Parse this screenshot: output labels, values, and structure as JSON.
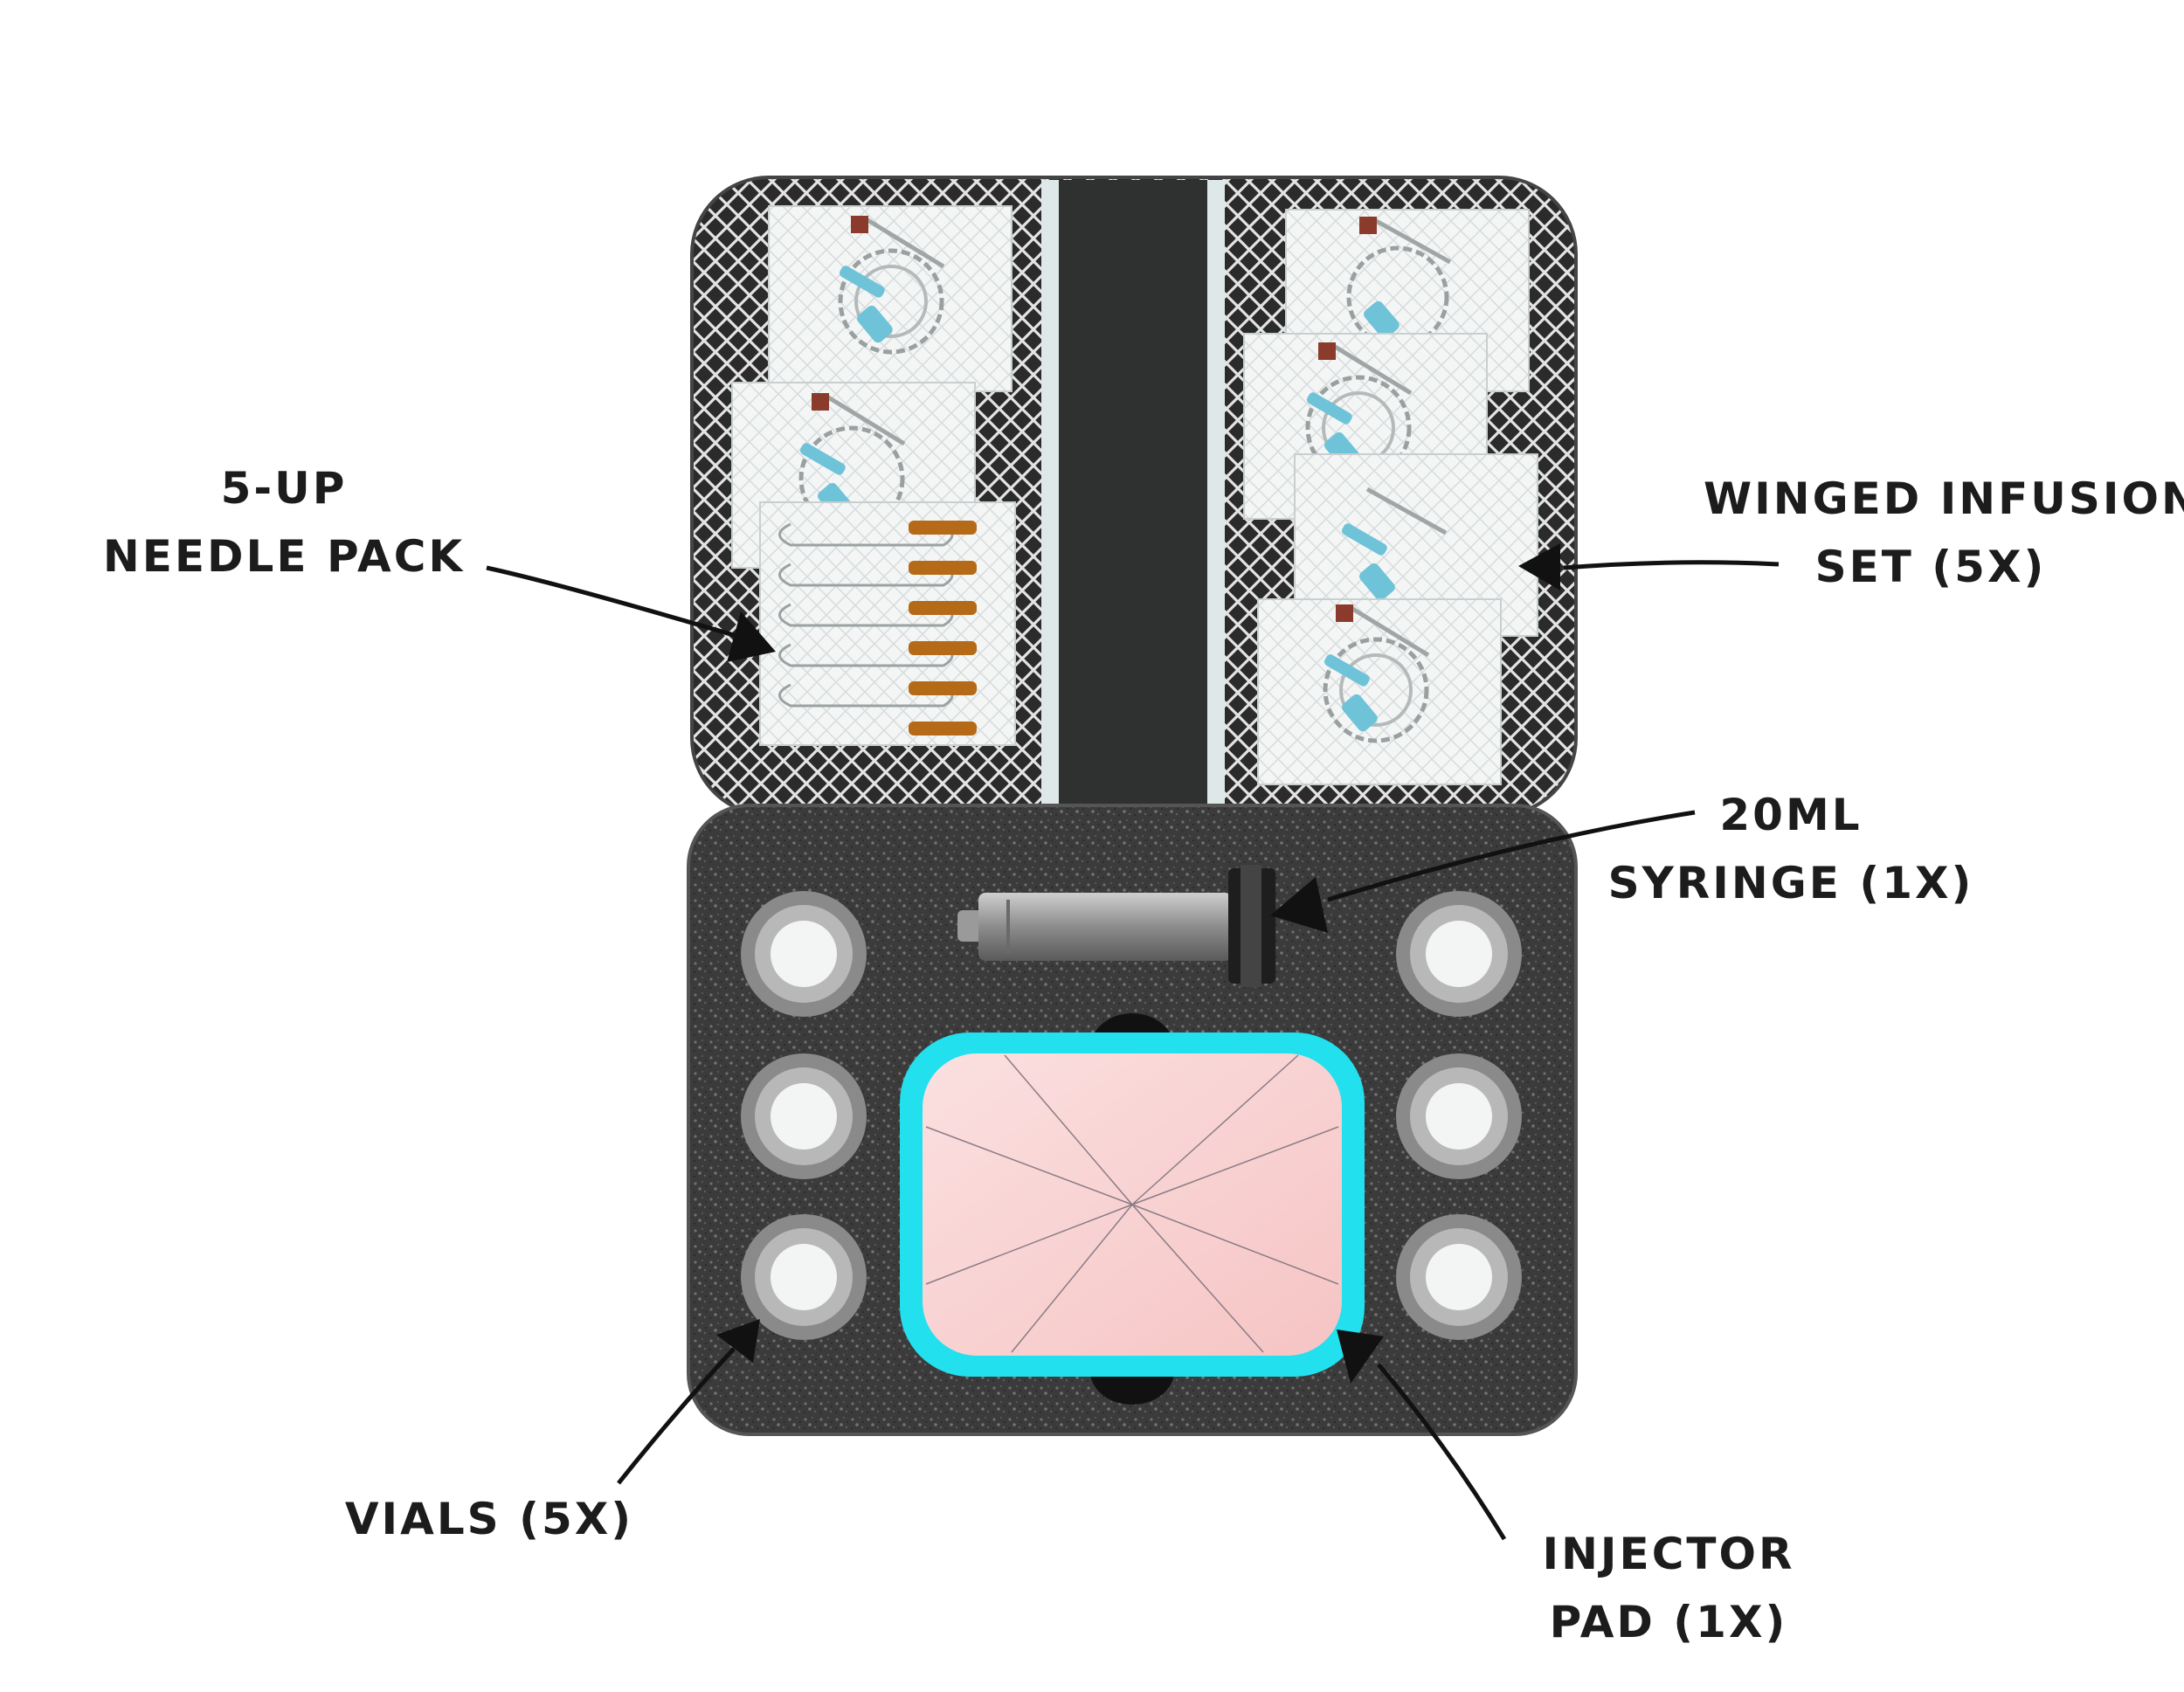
{
  "labels": {
    "needle_pack": {
      "line1": "5-UP",
      "line2": "NEEDLE  PACK"
    },
    "winged_infusion": {
      "line1": "WINGED INFUSION",
      "line2": "SET (5X)"
    },
    "syringe": {
      "line1": "20ML",
      "line2": "SYRINGE  (1X)"
    },
    "vials": {
      "line1": "VIALS (5X)"
    },
    "injector_pad": {
      "line1": "INJECTOR",
      "line2": "PAD (1X)"
    }
  },
  "colors": {
    "case_outline": "#444444",
    "mesh_background": "#2b2b2b",
    "hinge_strip": "#2f3131",
    "foam": "#3a3a3a",
    "pad_border": "#22e0ee",
    "pad_fill": "#f8caca",
    "vial_ring": "#8a8a8a",
    "vial_cap": "#f3f5f5",
    "tubing_clamp": "#6fc3d8",
    "needle_hub": "#b56a18",
    "ink": "#1c1c1c"
  },
  "icons": {
    "arrow": "arrow-icon",
    "syringe": "syringe-icon",
    "vial": "vial-icon",
    "infusion_set": "infusion-set-icon"
  }
}
